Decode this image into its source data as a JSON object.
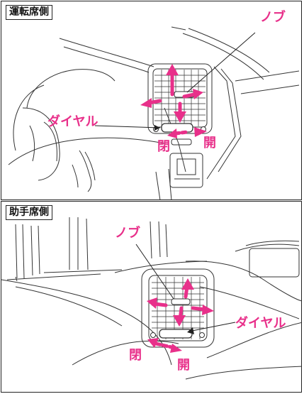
{
  "sections": {
    "driver": {
      "title": "運転席側",
      "knob_label": "ノブ",
      "dial_label": "ダイヤル",
      "close_label": "閉",
      "open_label": "開"
    },
    "passenger": {
      "title": "助手席側",
      "knob_label": "ノブ",
      "dial_label": "ダイヤル",
      "close_label": "閉",
      "open_label": "開"
    }
  },
  "colors": {
    "accent": "#e8308a",
    "line": "#333333"
  }
}
